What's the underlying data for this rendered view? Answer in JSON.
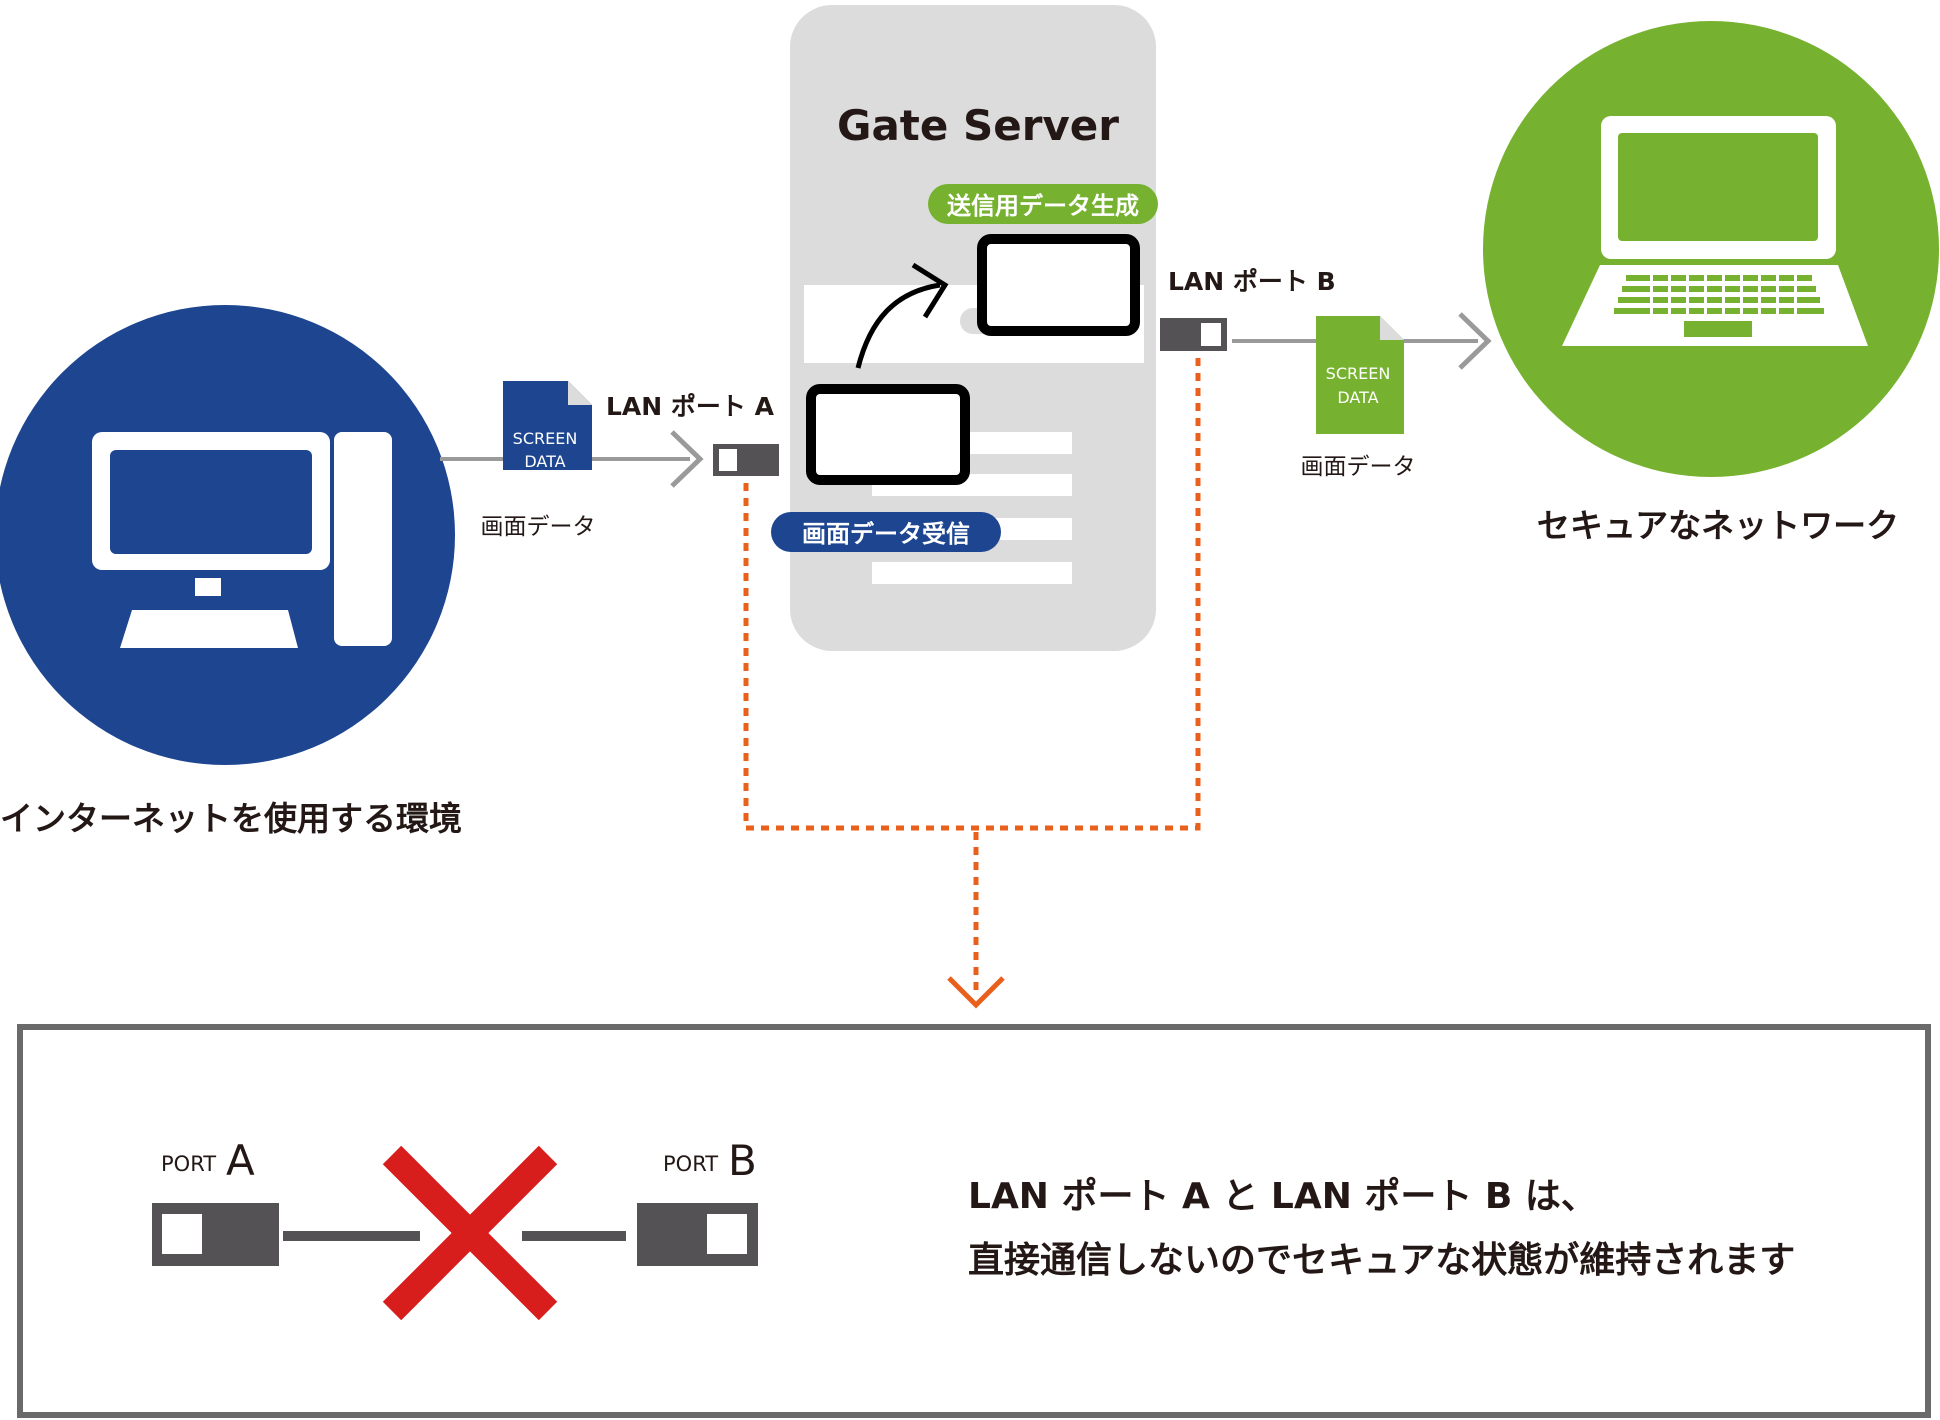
{
  "internet_environment": {
    "label": "インターネットを使用する環境"
  },
  "secure_network": {
    "label": "セキュアなネットワーク"
  },
  "gate_server": {
    "title": "Gate Server",
    "receive_badge": "画面データ受信",
    "generate_badge": "送信用データ生成"
  },
  "lan_port_a": {
    "label": "LAN ポート A"
  },
  "lan_port_b": {
    "label": "LAN ポート B"
  },
  "screen_data_left": {
    "line1": "SCREEN",
    "line2": "DATA",
    "caption": "画面データ"
  },
  "screen_data_right": {
    "line1": "SCREEN",
    "line2": "DATA",
    "caption": "画面データ"
  },
  "bottom_panel": {
    "port_a_prefix": "PORT",
    "port_a_letter": "A",
    "port_b_prefix": "PORT",
    "port_b_letter": "B",
    "message_line1": "LAN ポート A と LAN ポート B は、",
    "message_line2": "直接通信しないのでセキュアな状態が維持されます"
  },
  "colors": {
    "blue": "#1d4590",
    "green": "#76b22f",
    "orange": "#e8601c",
    "red": "#d81d1d",
    "server_gray": "#dcdcdc",
    "port_gray": "#545254",
    "arrow_gray": "#9a9a9a",
    "panel_border": "#6a6a6a"
  }
}
